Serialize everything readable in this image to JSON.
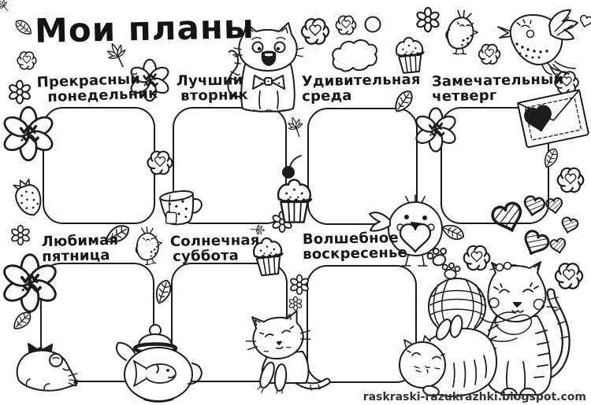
{
  "page": {
    "title": "Мои планы",
    "watermark": "raskraski-razukrazhki.blogspot.com",
    "background_color": "#ffffff",
    "ink_color": "#1c1c1c"
  },
  "days": [
    {
      "id": "monday",
      "line1": "Прекрасный",
      "line2": "понедельник"
    },
    {
      "id": "tuesday",
      "line1": "Лучший",
      "line2": "вторник"
    },
    {
      "id": "wednesday",
      "line1": "Удивительная",
      "line2": "среда"
    },
    {
      "id": "thursday",
      "line1": "Замечательный",
      "line2": "четверг"
    },
    {
      "id": "friday",
      "line1": "Любимая",
      "line2": "пятница"
    },
    {
      "id": "saturday",
      "line1": "Солнечная",
      "line2": "суббота"
    },
    {
      "id": "sunday",
      "line1": "Волшебное",
      "line2": "воскресенье"
    }
  ],
  "doodles": {
    "names": [
      "surprised-cat",
      "flying-bird",
      "chick-bird",
      "bird-with-heart",
      "big-cat",
      "fat-cat",
      "small-cat",
      "mouse-with-bow",
      "teapot-with-fish",
      "teacup",
      "cupcake",
      "cherry-cupcake",
      "yarn-ball",
      "envelope-with-heart",
      "cloud",
      "daisy-flower",
      "fancy-flower",
      "cloud-heart",
      "hatched-heart",
      "paw-prints",
      "leaf",
      "spiky-leaf",
      "strawberry",
      "circle-dot",
      "tiny-heart"
    ]
  }
}
